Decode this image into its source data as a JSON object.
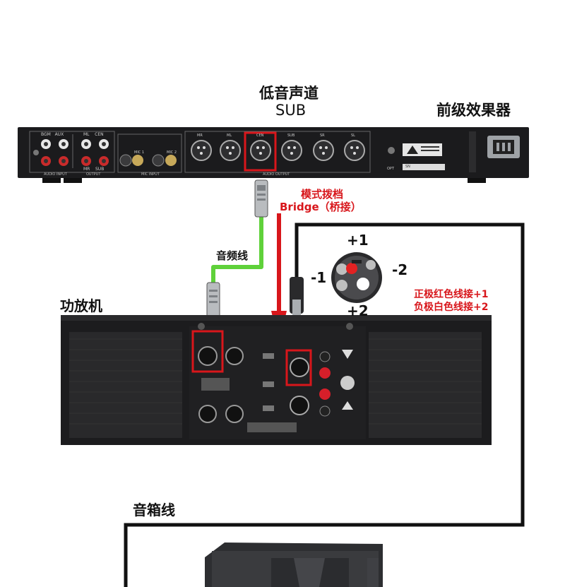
{
  "labels": {
    "sub_title_cn": "低音声道",
    "sub_title_en": "SUB",
    "preamp": "前级效果器",
    "audio_cable": "音频线",
    "mode_switch": "模式拨档",
    "bridge": "Bridge（桥接）",
    "amplifier": "功放机",
    "speaker_cable": "音箱线",
    "polarity_plus1": "+1",
    "polarity_minus1": "-1",
    "polarity_minus2": "-2",
    "polarity_plus2": "+2",
    "note_positive": "正极红色线接+1",
    "note_negative": "负极白色线接+2"
  },
  "preamp_panel": {
    "input_labels": [
      "BGM",
      "AUX"
    ],
    "input_group": "AUDIO INPUT",
    "output_labels": [
      "ML",
      "CEN",
      "MR",
      "SUB"
    ],
    "output_group": "OUTPUT",
    "mic_labels": [
      "MIC 1",
      "MIC 2"
    ],
    "mic_group": "MIC INPUT",
    "xlr_labels": [
      "MR",
      "ML",
      "CEN",
      "SUB",
      "SR",
      "SL"
    ],
    "xlr_group": "AUDIO OUTPUT",
    "opt_label": "OPT",
    "sn_label": "SN"
  },
  "colors": {
    "highlight": "#d8161b",
    "cable_green": "#5fd13a",
    "cable_black": "#111111",
    "device_dark": "#1b1b1d"
  }
}
